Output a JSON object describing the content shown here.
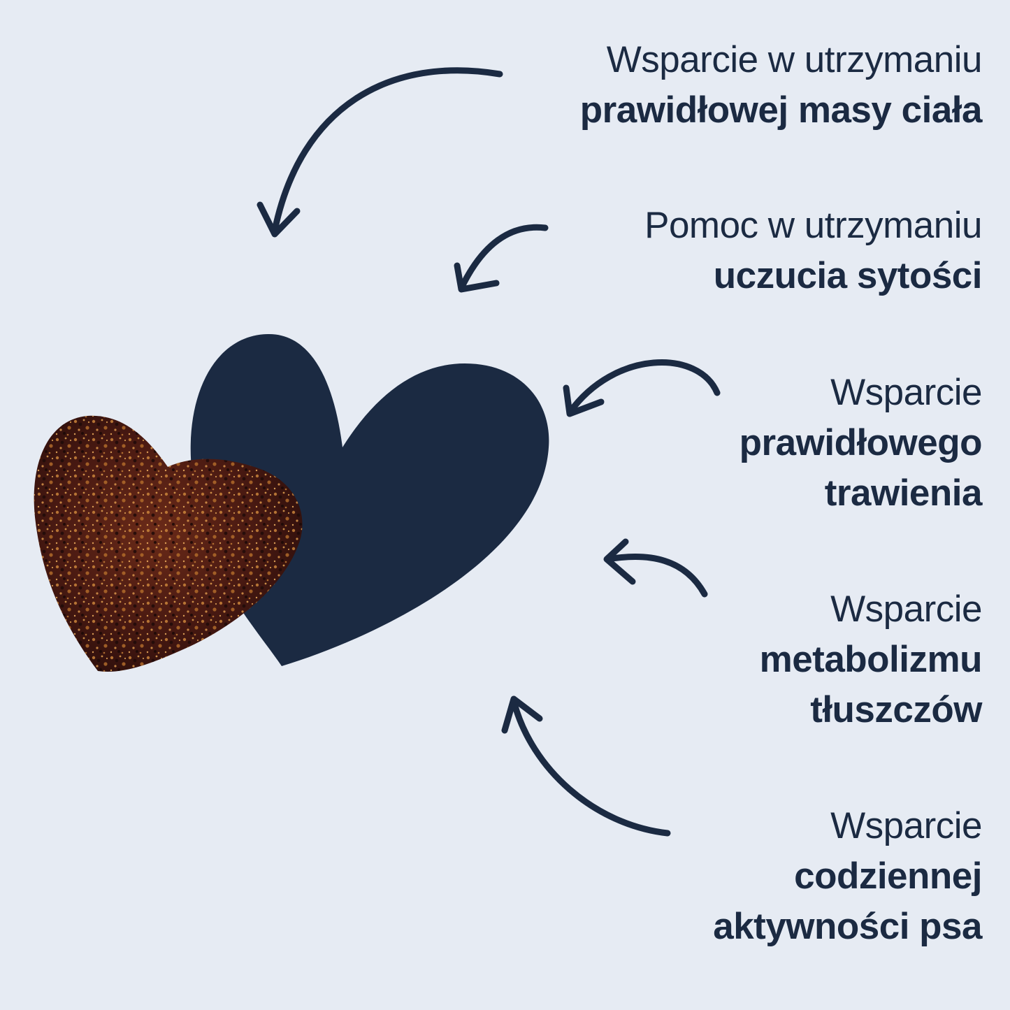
{
  "benefits": [
    {
      "light": "Wsparcie w utrzymaniu",
      "bold": "prawidłowej masy ciała"
    },
    {
      "light": "Pomoc w utrzymaniu",
      "bold": "uczucia sytości"
    },
    {
      "light": "Wsparcie",
      "bold_lines": [
        "prawidłowego",
        "trawienia"
      ]
    },
    {
      "light": "Wsparcie",
      "bold_lines": [
        "metabolizmu",
        "tłuszczów"
      ]
    },
    {
      "light": "Wsparcie",
      "bold_lines": [
        "codziennej",
        "aktywności psa"
      ]
    }
  ],
  "colors": {
    "background": "#e6ebf3",
    "navy": "#1b2a42",
    "treat_dark": "#3a1410",
    "treat_light": "#b8732e"
  },
  "icons": {
    "big_heart": "heart-shape",
    "treat": "heart-shaped-treat",
    "arrows": "curved-arrow"
  }
}
